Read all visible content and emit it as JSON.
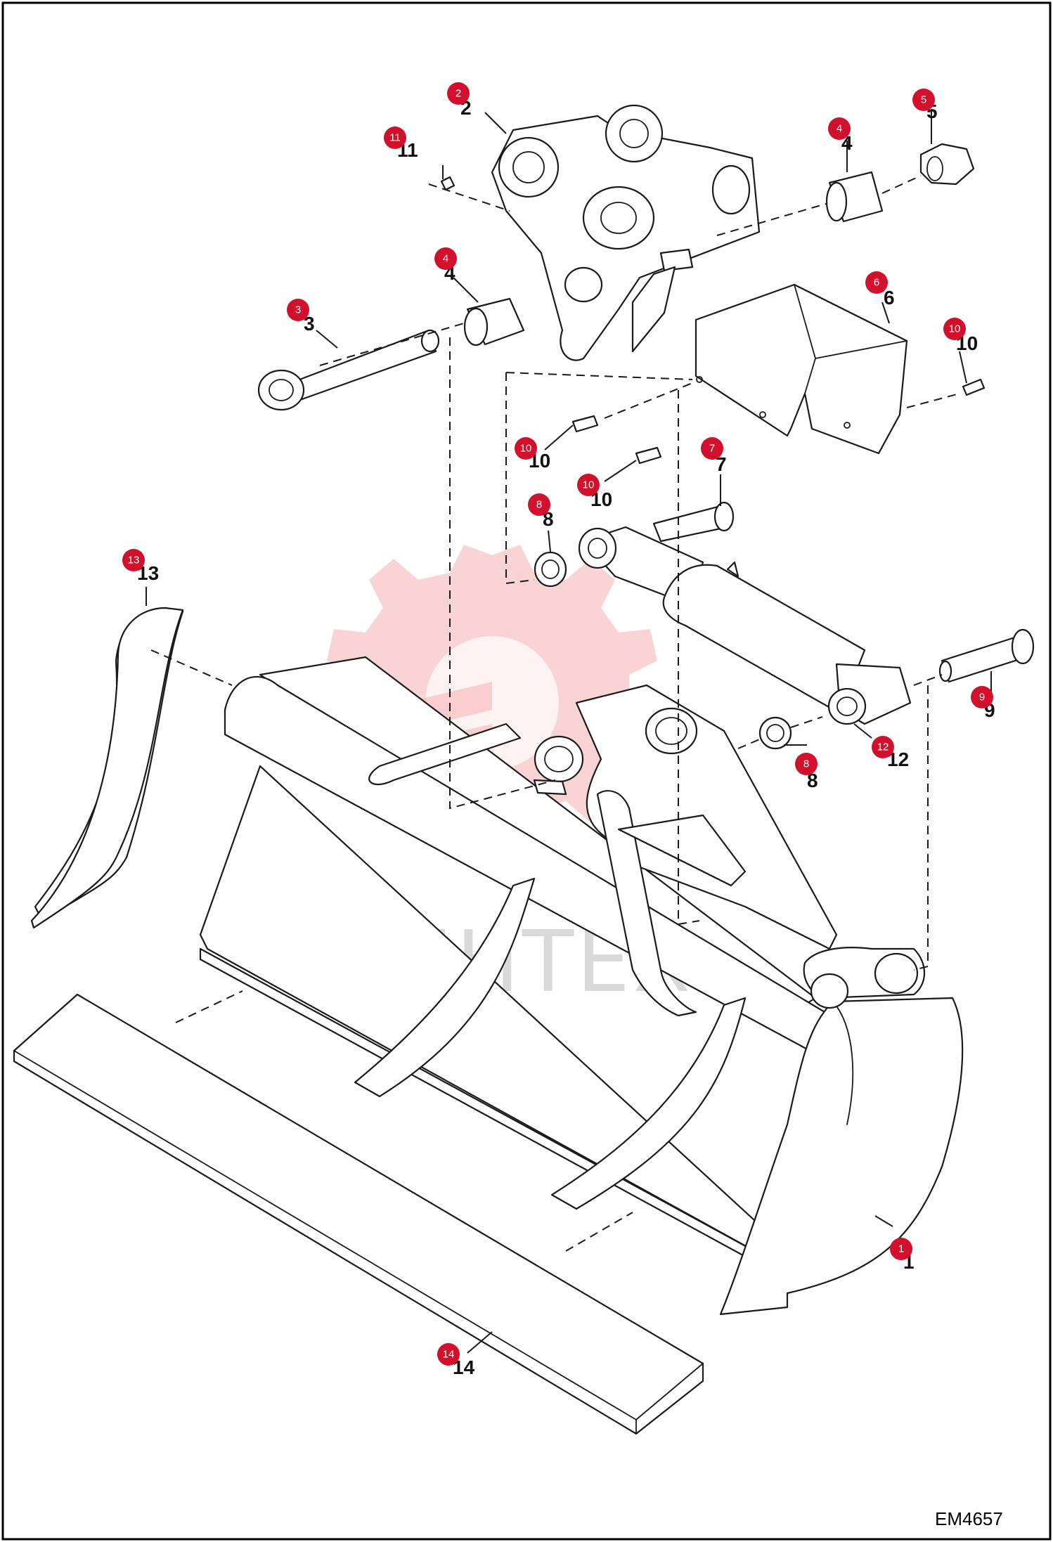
{
  "drawing_code": "EM4657",
  "watermark": "ИНТЕХ",
  "callouts": [
    {
      "id": "1",
      "badge": "1",
      "label": "1"
    },
    {
      "id": "2",
      "badge": "2",
      "label": "2"
    },
    {
      "id": "3",
      "badge": "3",
      "label": "3"
    },
    {
      "id": "4a",
      "badge": "4",
      "label": "4"
    },
    {
      "id": "4b",
      "badge": "4",
      "label": "4"
    },
    {
      "id": "5",
      "badge": "5",
      "label": "5"
    },
    {
      "id": "6",
      "badge": "6",
      "label": "6"
    },
    {
      "id": "7",
      "badge": "7",
      "label": "7"
    },
    {
      "id": "8a",
      "badge": "8",
      "label": "8"
    },
    {
      "id": "8b",
      "badge": "8",
      "label": "8"
    },
    {
      "id": "9",
      "badge": "9",
      "label": "9"
    },
    {
      "id": "10a",
      "badge": "10",
      "label": "10"
    },
    {
      "id": "10b",
      "badge": "10",
      "label": "10"
    },
    {
      "id": "10c",
      "badge": "10",
      "label": "10"
    },
    {
      "id": "11",
      "badge": "11",
      "label": "11"
    },
    {
      "id": "12",
      "badge": "12",
      "label": "12"
    },
    {
      "id": "13",
      "badge": "13",
      "label": "13"
    },
    {
      "id": "14",
      "badge": "14",
      "label": "14"
    }
  ],
  "colors": {
    "badge": "#d3102c",
    "watermark": "#f6b0b0"
  }
}
